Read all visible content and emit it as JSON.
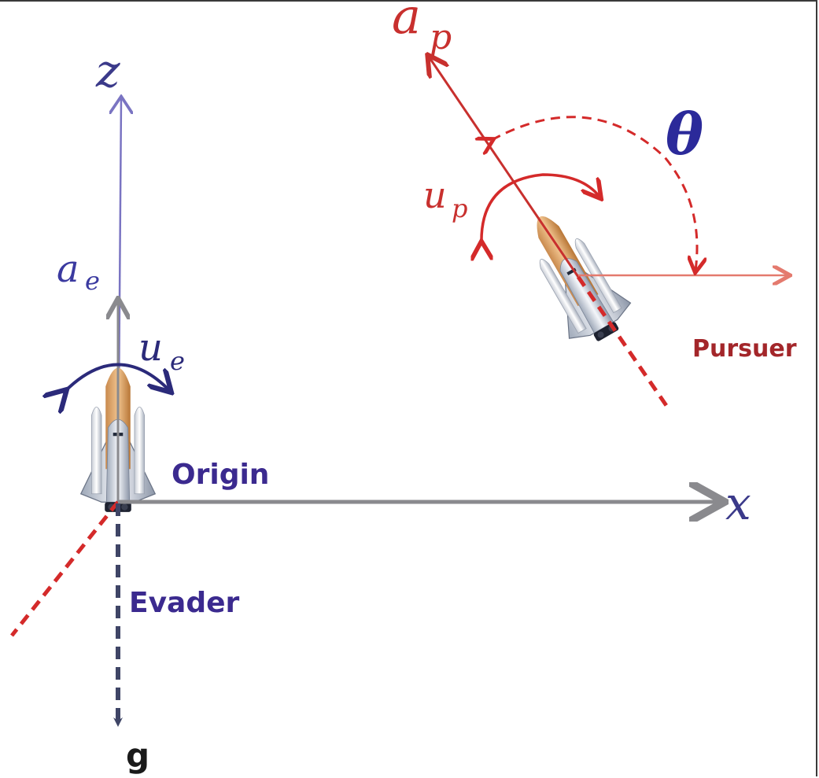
{
  "diagram": {
    "axes": {
      "z_label": "z",
      "x_label": "x",
      "g_label": "g"
    },
    "evader": {
      "name_label": "Evader",
      "origin_label": "Origin",
      "accel_symbol": "a",
      "accel_subscript": "e",
      "control_symbol": "u",
      "control_subscript": "e"
    },
    "pursuer": {
      "name_label": "Pursuer",
      "accel_symbol": "a",
      "accel_subscript": "p",
      "control_symbol": "u",
      "control_subscript": "p",
      "angle_symbol": "θ"
    },
    "colors": {
      "evader_label": "#3b2a8f",
      "evader_math": "#3b3a8a",
      "pursuer_label": "#a3262a",
      "pursuer_math": "#c8302e",
      "axis_gray": "#8a8a8e",
      "theta_blue": "#2b2a9a",
      "dashed_red": "#d42a2a",
      "gravity_navy": "#3f4566"
    },
    "icons": [
      "space-shuttle-evader",
      "space-shuttle-pursuer"
    ]
  }
}
